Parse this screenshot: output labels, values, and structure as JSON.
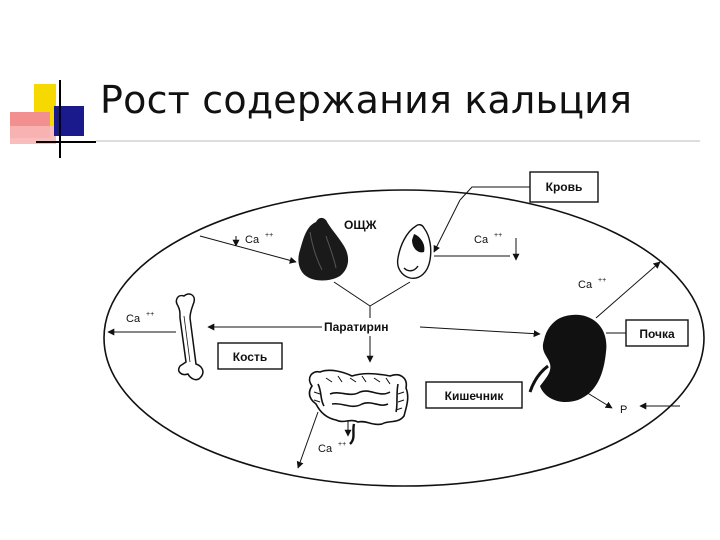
{
  "title": "Рост содержания кальция",
  "colors": {
    "accent_yellow": "#f5d900",
    "accent_red": "#f08080",
    "accent_blue": "#1a1a8c"
  },
  "diagram": {
    "blood_box": "Кровь",
    "pth_gland": "ОЩЖ",
    "hormone": "Паратирин",
    "bone_box": "Кость",
    "kidney_box": "Почка",
    "intestine_box": "Кишечник",
    "ca_label": "Ca",
    "ca_charge": "++",
    "phosphorus": "P"
  }
}
